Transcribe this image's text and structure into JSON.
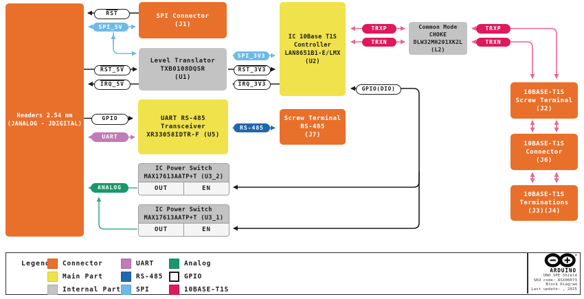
{
  "colors": {
    "connector_orange": "#E8702B",
    "main_part_yellow": "#F0E24A",
    "internal_part_gray": "#C3C3C4",
    "uart_pink": "#C17BB5",
    "rs485_blue": "#2167AE",
    "spi_lightblue": "#6FB9E9",
    "analog_green": "#18996B",
    "gpio_white": "#FFFFFF",
    "t1s_crimson": "#DF195C"
  },
  "blocks": {
    "headers": {
      "lines": [
        "Headers 2.54 mm",
        "(JANALOG - JDIGITAL)"
      ]
    },
    "j1": {
      "lines": [
        "SPI Connector",
        "(J1)"
      ]
    },
    "u1": {
      "lines": [
        "Level Translator",
        "TXB0108DQSR",
        "(U1)"
      ]
    },
    "u2": {
      "lines": [
        "IC 10Base T1S",
        "Controller",
        "LAN8651B1-E/LMX",
        "(U2)"
      ]
    },
    "l2": {
      "lines": [
        "Common Mode",
        "CHOKE",
        "DLW32MH201XK2L",
        "(L2)"
      ]
    },
    "u5": {
      "lines": [
        "UART RS-485",
        "Transceiver",
        "XR33058IDTR-F (U5)"
      ]
    },
    "j7": {
      "lines": [
        "Screw Terminal",
        "RS-485",
        "(J7)"
      ]
    },
    "u3_2": {
      "lines": [
        "IC Power Switch",
        "MAX17613AATP+T (U3_2)"
      ],
      "out": "OUT",
      "en": "EN"
    },
    "u3_1": {
      "lines": [
        "IC Power Switch",
        "MAX17613AATP+T (U3_1)"
      ],
      "out": "OUT",
      "en": "EN"
    },
    "j2": {
      "lines": [
        "10BASE-T1S",
        "Screw Terminal",
        "(J2)"
      ]
    },
    "j6": {
      "lines": [
        "10BASE-T1S",
        "Connector",
        "(J6)"
      ]
    },
    "j3j4": {
      "lines": [
        "10BASE-T1S",
        "Terminations",
        "(J3)(J4)"
      ]
    }
  },
  "signals": {
    "rst": "RST",
    "spi_5v": "SPI_5V",
    "rst_5v": "RST_5V",
    "irq_5v": "IRQ_5V",
    "spi_3v3": "SPI_3V3",
    "rst_3v3": "RST_3V3",
    "irq_3v3": "IRQ_3V3",
    "gpio": "GPIO",
    "uart": "UART",
    "rs485": "RS-485",
    "analog": "ANALOG",
    "trxp": "TRXP",
    "trxn": "TRXN",
    "gpio_dio": "GPIO(DIO)"
  },
  "legend": {
    "title": "Legend:",
    "items": [
      {
        "label": "Connector",
        "color": "#E8702B"
      },
      {
        "label": "Main Part",
        "color": "#F0E24A"
      },
      {
        "label": "Internal Part",
        "color": "#C3C3C4"
      },
      {
        "label": "UART",
        "color": "#C17BB5"
      },
      {
        "label": "RS-485",
        "color": "#2167AE"
      },
      {
        "label": "SPI",
        "color": "#6FB9E9"
      },
      {
        "label": "Analog",
        "color": "#18996B"
      },
      {
        "label": "GPIO",
        "color": "#FFFFFF"
      },
      {
        "label": "10BASE-T1S",
        "color": "#DF195C"
      }
    ]
  },
  "footer": {
    "brand": "ARDUINO",
    "lines": [
      "UNO SPE Shield",
      "SKU code: ASX00073",
      "Block Diagram",
      "Last update: , 2025"
    ]
  }
}
